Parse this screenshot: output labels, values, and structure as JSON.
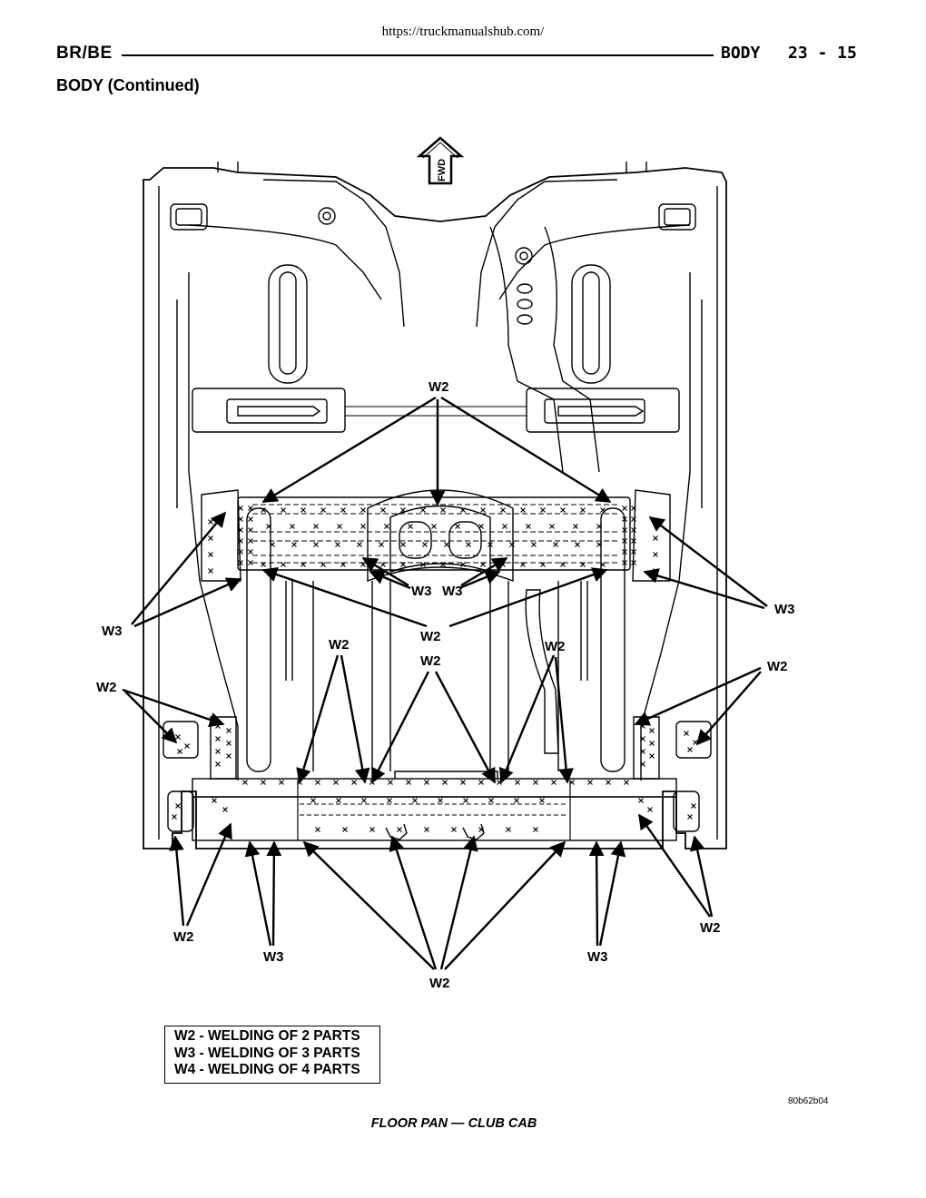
{
  "source_url": "https://truckmanualshub.com/",
  "header": {
    "model": "BR/BE",
    "section": "BODY",
    "page": "23 - 15"
  },
  "section_title": "BODY  (Continued)",
  "diagram": {
    "fwd_label": "FWD",
    "labels": {
      "w2_top": "W2",
      "w3_center_left": "W3",
      "w3_center_right": "W3",
      "w3_right": "W3",
      "w3_left": "W3",
      "w2_center": "W2",
      "w2_rail_left": "W2",
      "w2_rail_center": "W2",
      "w2_rail_right": "W2",
      "w2_right_mid": "W2",
      "w2_left_mid": "W2",
      "w2_bottom_left": "W2",
      "w3_bottom_left": "W3",
      "w2_bottom_right": "W2",
      "w3_bottom_right": "W3",
      "w2_bottom_center": "W2"
    }
  },
  "legend": [
    "W2 - WELDING OF 2 PARTS",
    "W3 - WELDING OF 3 PARTS",
    "W4 - WELDING OF 4 PARTS"
  ],
  "figure_id": "80b62b04",
  "caption": "FLOOR PAN — CLUB CAB"
}
